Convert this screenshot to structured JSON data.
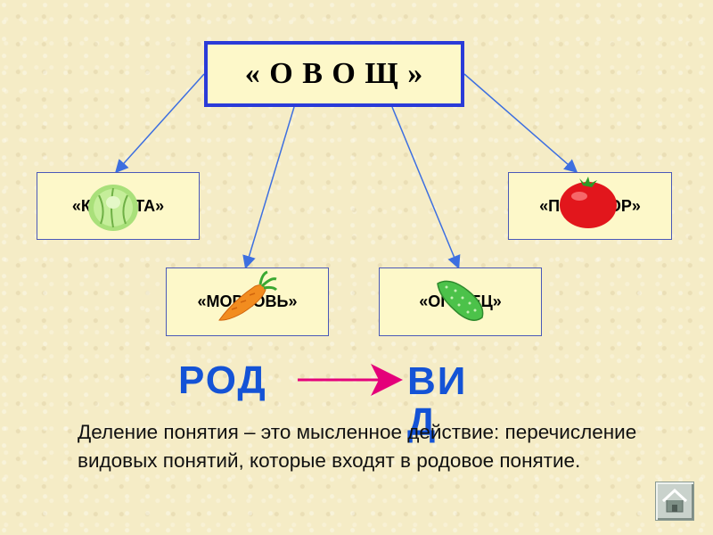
{
  "root": {
    "label": "« О В О Щ »"
  },
  "children": [
    {
      "id": "cabbage",
      "label": "«КАПУСТА»",
      "icon": "cabbage-icon"
    },
    {
      "id": "carrot",
      "label": "«МОРКОВЬ»",
      "icon": "carrot-icon"
    },
    {
      "id": "cucumber",
      "label": "«ОГУРЕЦ»",
      "icon": "cucumber-icon"
    },
    {
      "id": "tomato",
      "label": "«ПОМИДОР»",
      "icon": "tomato-icon"
    }
  ],
  "relation": {
    "genus": "РОД",
    "species": "ВИД"
  },
  "definition": "Деление  понятия – это мысленное действие: перечисление видовых понятий, которые входят в родовое понятие.",
  "colors": {
    "accent": "#1453d6",
    "arrow": "#e4007a",
    "border": "#2a3bd8",
    "box_fill": "#fdf8c9"
  },
  "nav": {
    "home_icon": "home-icon"
  }
}
